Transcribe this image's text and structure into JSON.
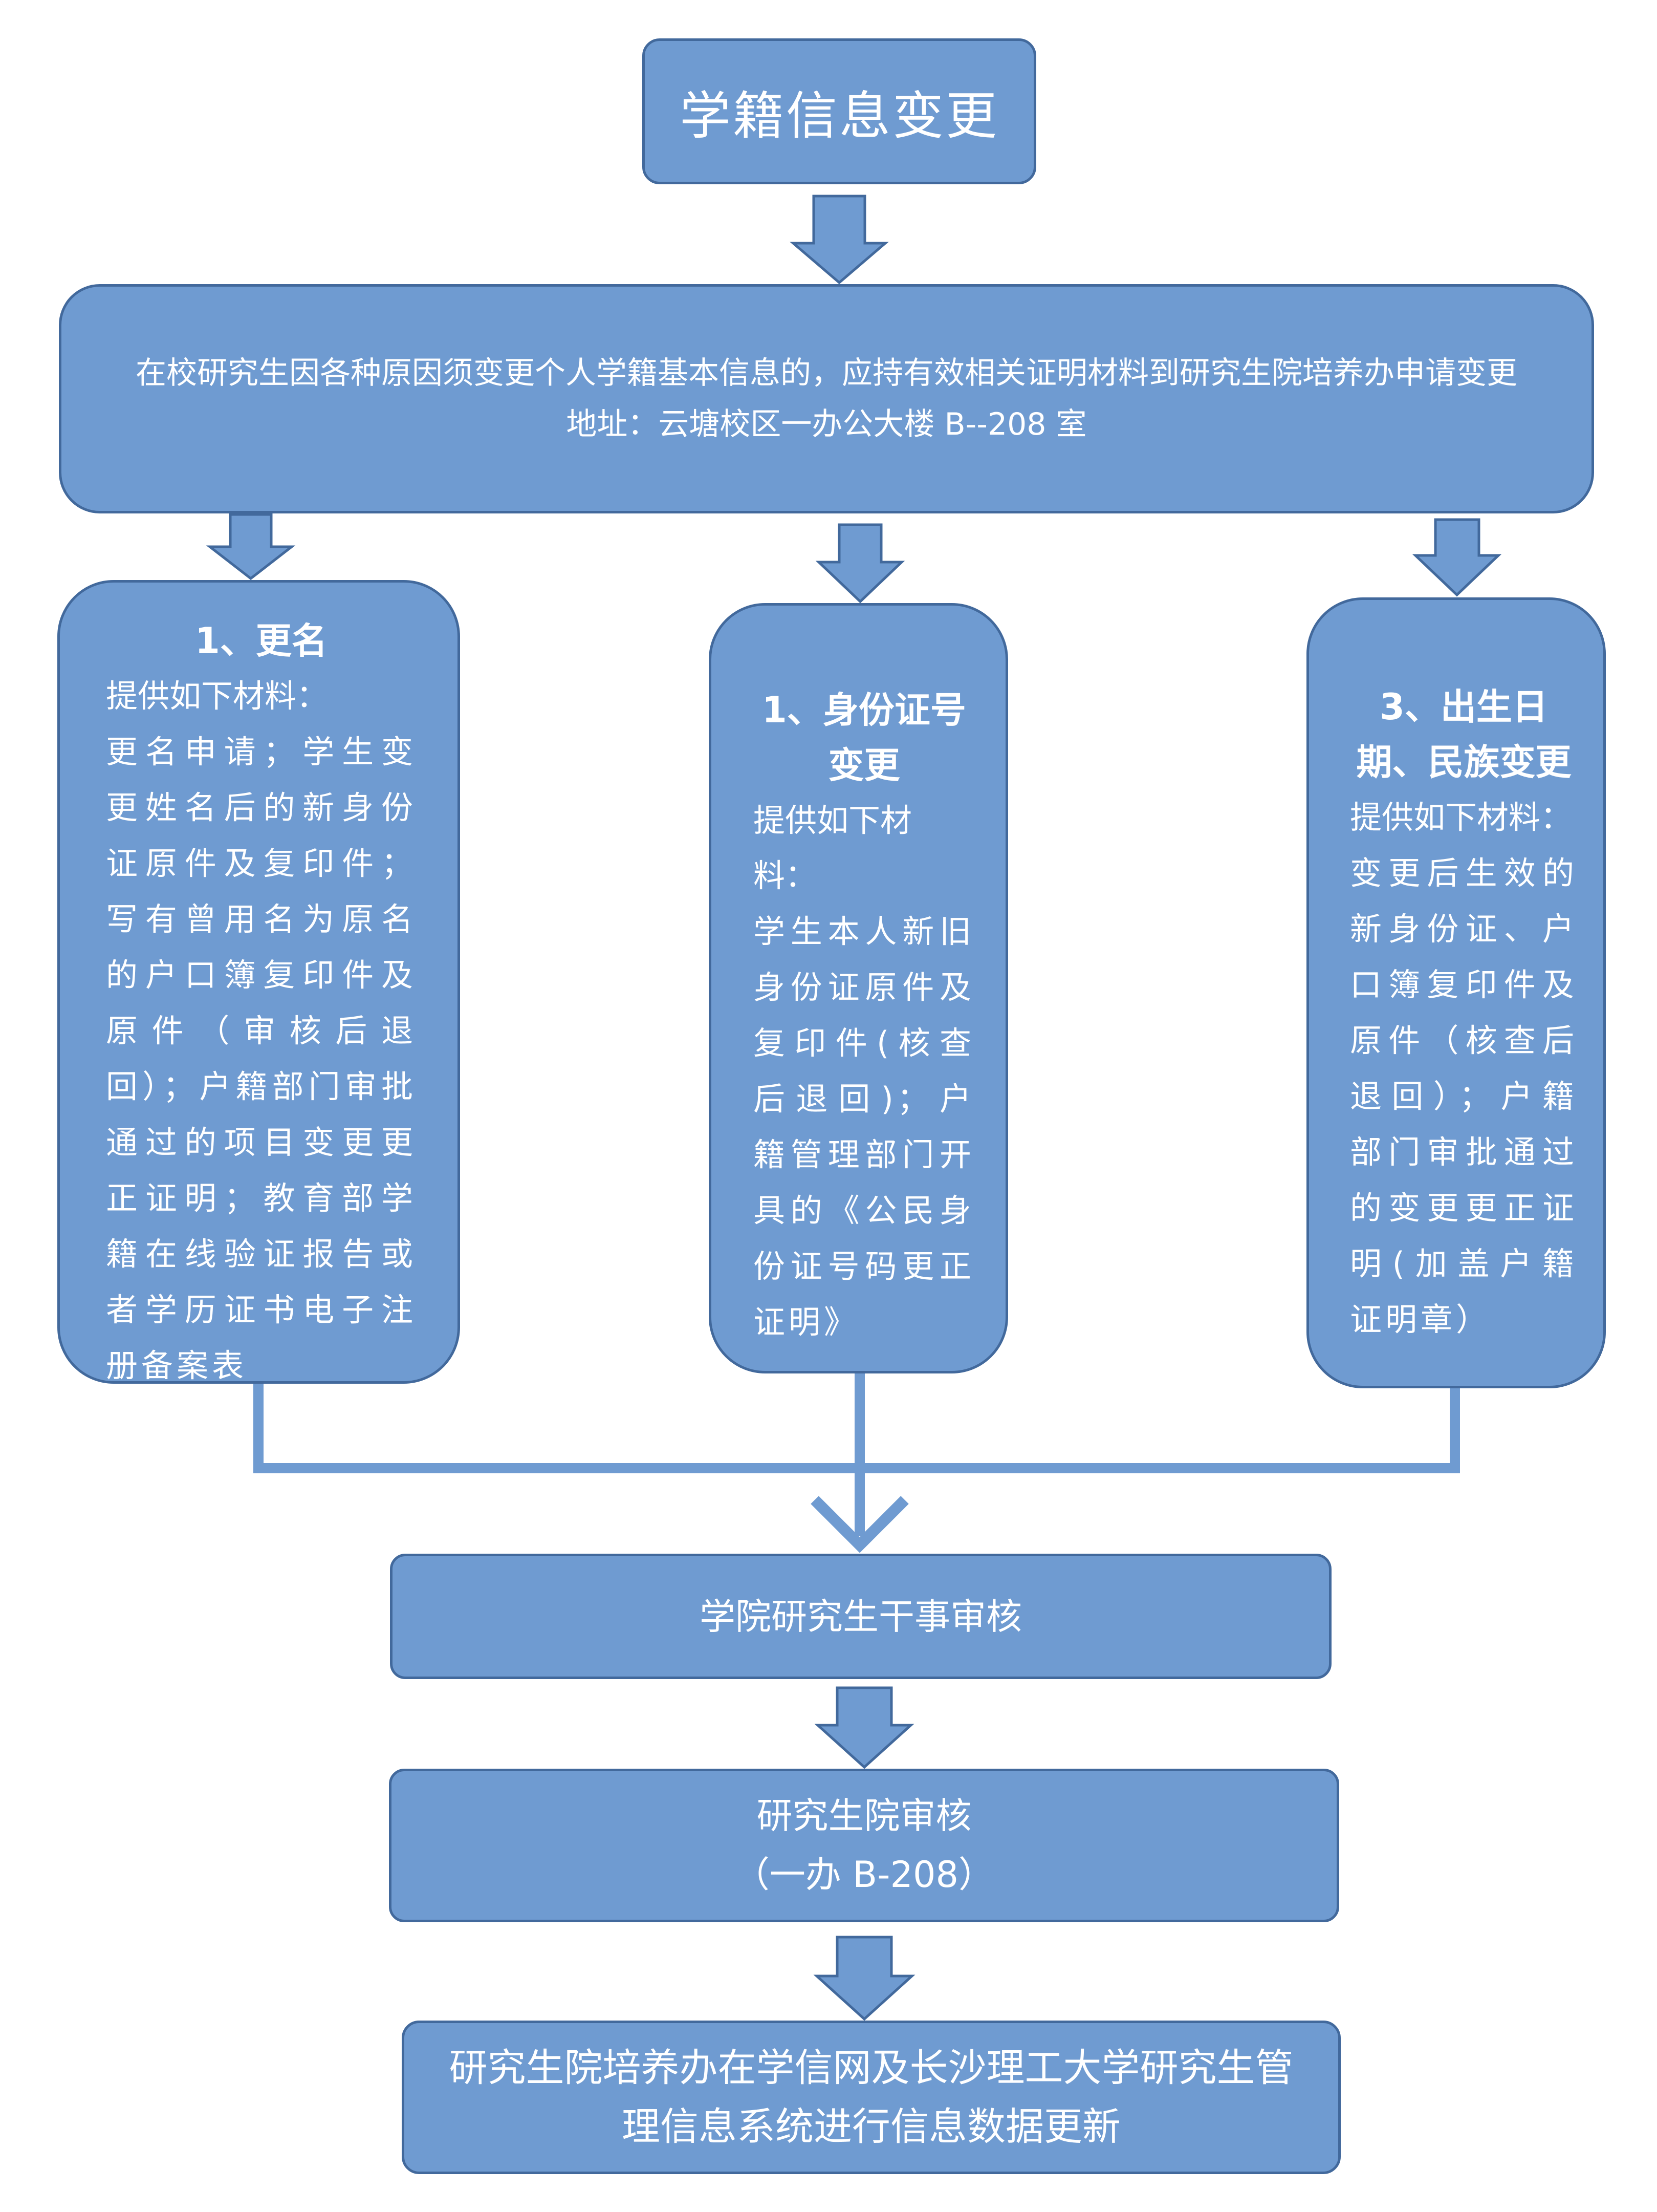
{
  "title": "学籍信息变更",
  "intro": {
    "line1": "在校研究生因各种原因须变更个人学籍基本信息的，应持有效相关证明材料到研究生院培养办申请变更",
    "line2": "地址：云塘校区一办公大楼 B--208 室"
  },
  "columns": [
    {
      "heading": "1、更名",
      "subheading": "提供如下材料：",
      "body": "更名申请；学生变更姓名后的新身份证原件及复印件；写有曾用名为原名的户口簿复印件及原件（审核后退回）；户籍部门审批通过的项目变更更正证明；教育部学籍在线验证报告或者学历证书电子注册备案表"
    },
    {
      "heading": "1、身份证号变更",
      "subheading": "提供如下材料：",
      "body": "学生本人新旧身份证原件及复印件(核查后退回)；户籍管理部门开具的《公民身份证号码更正证明》"
    },
    {
      "heading": "3、出生日期、民族变更",
      "subheading": "提供如下材料：",
      "body": "变更后生效的新身份证、户口簿复印件及原件（核查后退回）；户籍部门审批通过的变更更正证明(加盖户籍证明章）"
    }
  ],
  "steps": {
    "college_review": "学院研究生干事审核",
    "grad_school_review": "研究生院审核",
    "grad_school_review_location": "（一办 B-208）",
    "update": "研究生院培养办在学信网及长沙理工大学研究生管理信息系统进行信息数据更新"
  },
  "colors": {
    "box_fill": "#6f9bd1",
    "box_border": "#42699c",
    "arrow_fill": "#6f9bd1",
    "text": "#ffffff"
  }
}
